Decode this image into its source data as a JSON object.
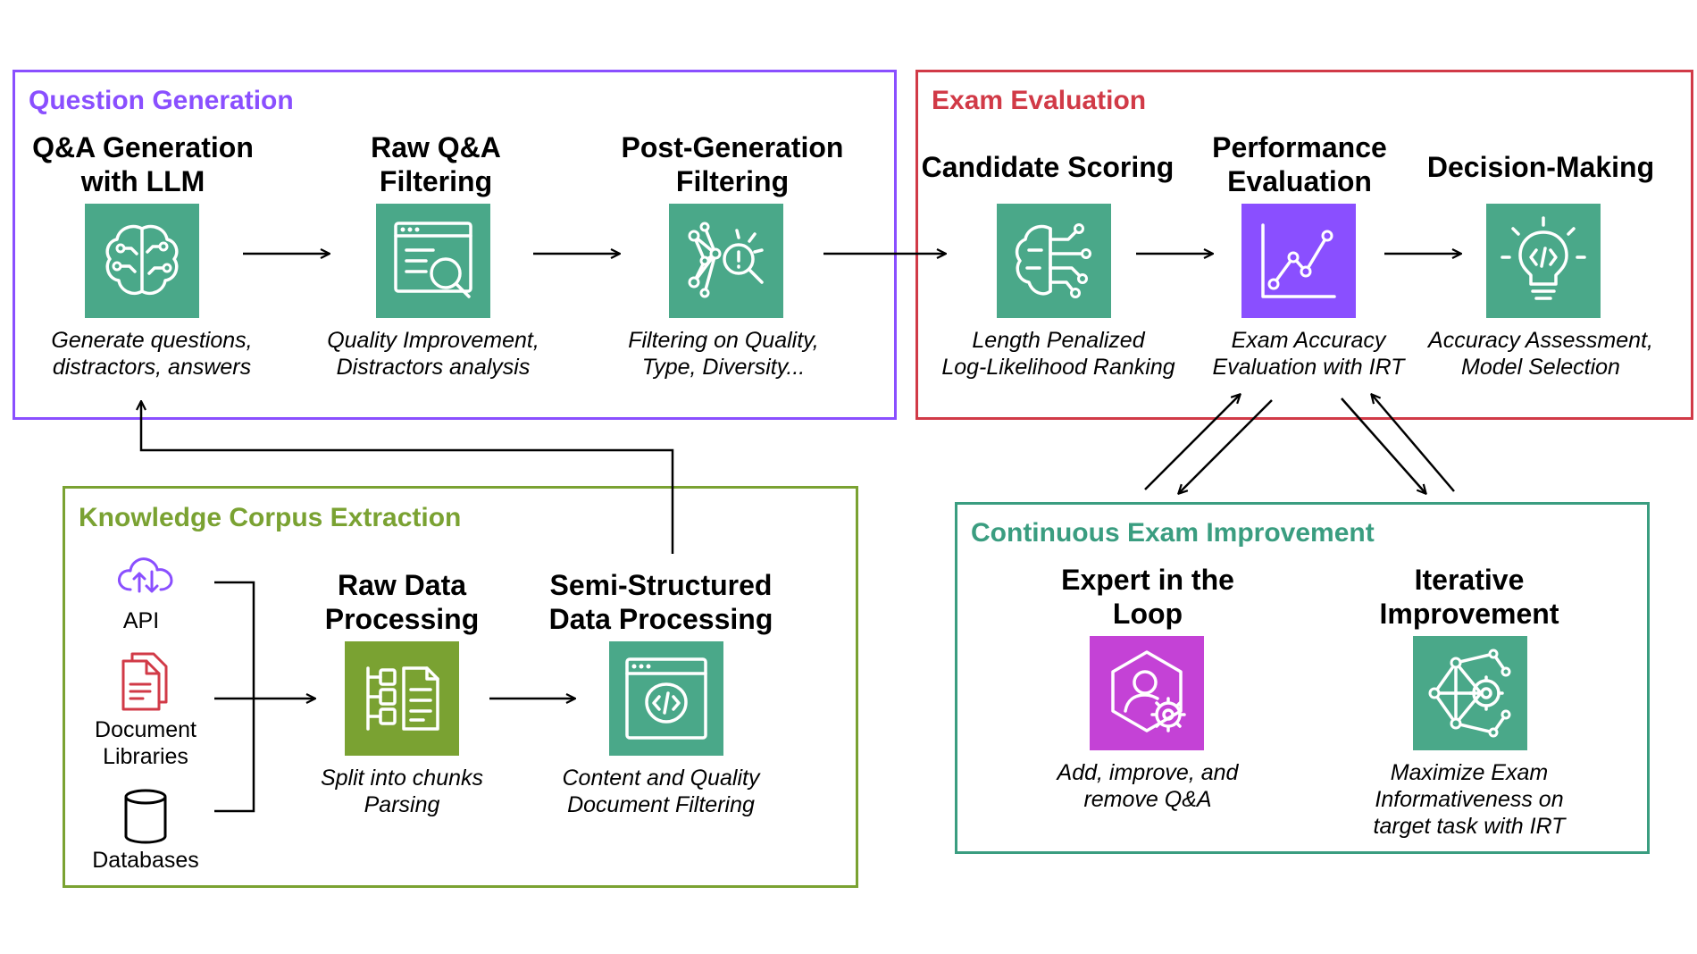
{
  "colors": {
    "question_generation": "#8a4fff",
    "exam_evaluation": "#d13a47",
    "knowledge_corpus": "#7aa232",
    "continuous_improvement": "#3a9d80",
    "teal_icon": "#4aa889",
    "green_icon": "#7aa232",
    "purple_icon": "#8a4fff",
    "magenta_icon": "#c442d6",
    "document_red": "#d13a47"
  },
  "question_generation": {
    "title": "Question Generation",
    "steps": [
      {
        "title": "Q&A Generation\nwith LLM",
        "icon": "brain-circuit-icon",
        "caption": "Generate questions,\ndistractors, answers"
      },
      {
        "title": "Raw Q&A\nFiltering",
        "icon": "document-search-icon",
        "caption": "Quality Improvement,\nDistractors analysis"
      },
      {
        "title": "Post-Generation\nFiltering",
        "icon": "network-magnifier-icon",
        "caption": "Filtering on Quality,\nType, Diversity..."
      }
    ]
  },
  "exam_evaluation": {
    "title": "Exam Evaluation",
    "steps": [
      {
        "title": "Candidate Scoring",
        "icon": "brain-chip-icon",
        "caption": "Length Penalized\nLog-Likelihood Ranking"
      },
      {
        "title": "Performance\nEvaluation",
        "icon": "line-chart-icon",
        "caption": "Exam Accuracy\nEvaluation with IRT"
      },
      {
        "title": "Decision-Making",
        "icon": "lightbulb-code-icon",
        "caption": "Accuracy Assessment,\nModel Selection"
      }
    ]
  },
  "knowledge_corpus": {
    "title": "Knowledge Corpus Extraction",
    "sources": [
      {
        "label": "API",
        "icon": "cloud-transfer-icon"
      },
      {
        "label": "Document\nLibraries",
        "icon": "document-icon"
      },
      {
        "label": "Databases",
        "icon": "database-icon"
      }
    ],
    "steps": [
      {
        "title": "Raw Data\nProcessing",
        "icon": "split-chunks-icon",
        "caption": "Split into chunks\nParsing"
      },
      {
        "title": "Semi-Structured\nData Processing",
        "icon": "code-window-icon",
        "caption": "Content and Quality\nDocument Filtering"
      }
    ]
  },
  "continuous_improvement": {
    "title": "Continuous Exam Improvement",
    "steps": [
      {
        "title": "Expert in the\nLoop",
        "icon": "user-gear-icon",
        "caption": "Add, improve, and\nremove Q&A"
      },
      {
        "title": "Iterative\nImprovement",
        "icon": "network-gear-icon",
        "caption": "Maximize Exam\nInformativeness on\ntarget task with IRT"
      }
    ]
  }
}
